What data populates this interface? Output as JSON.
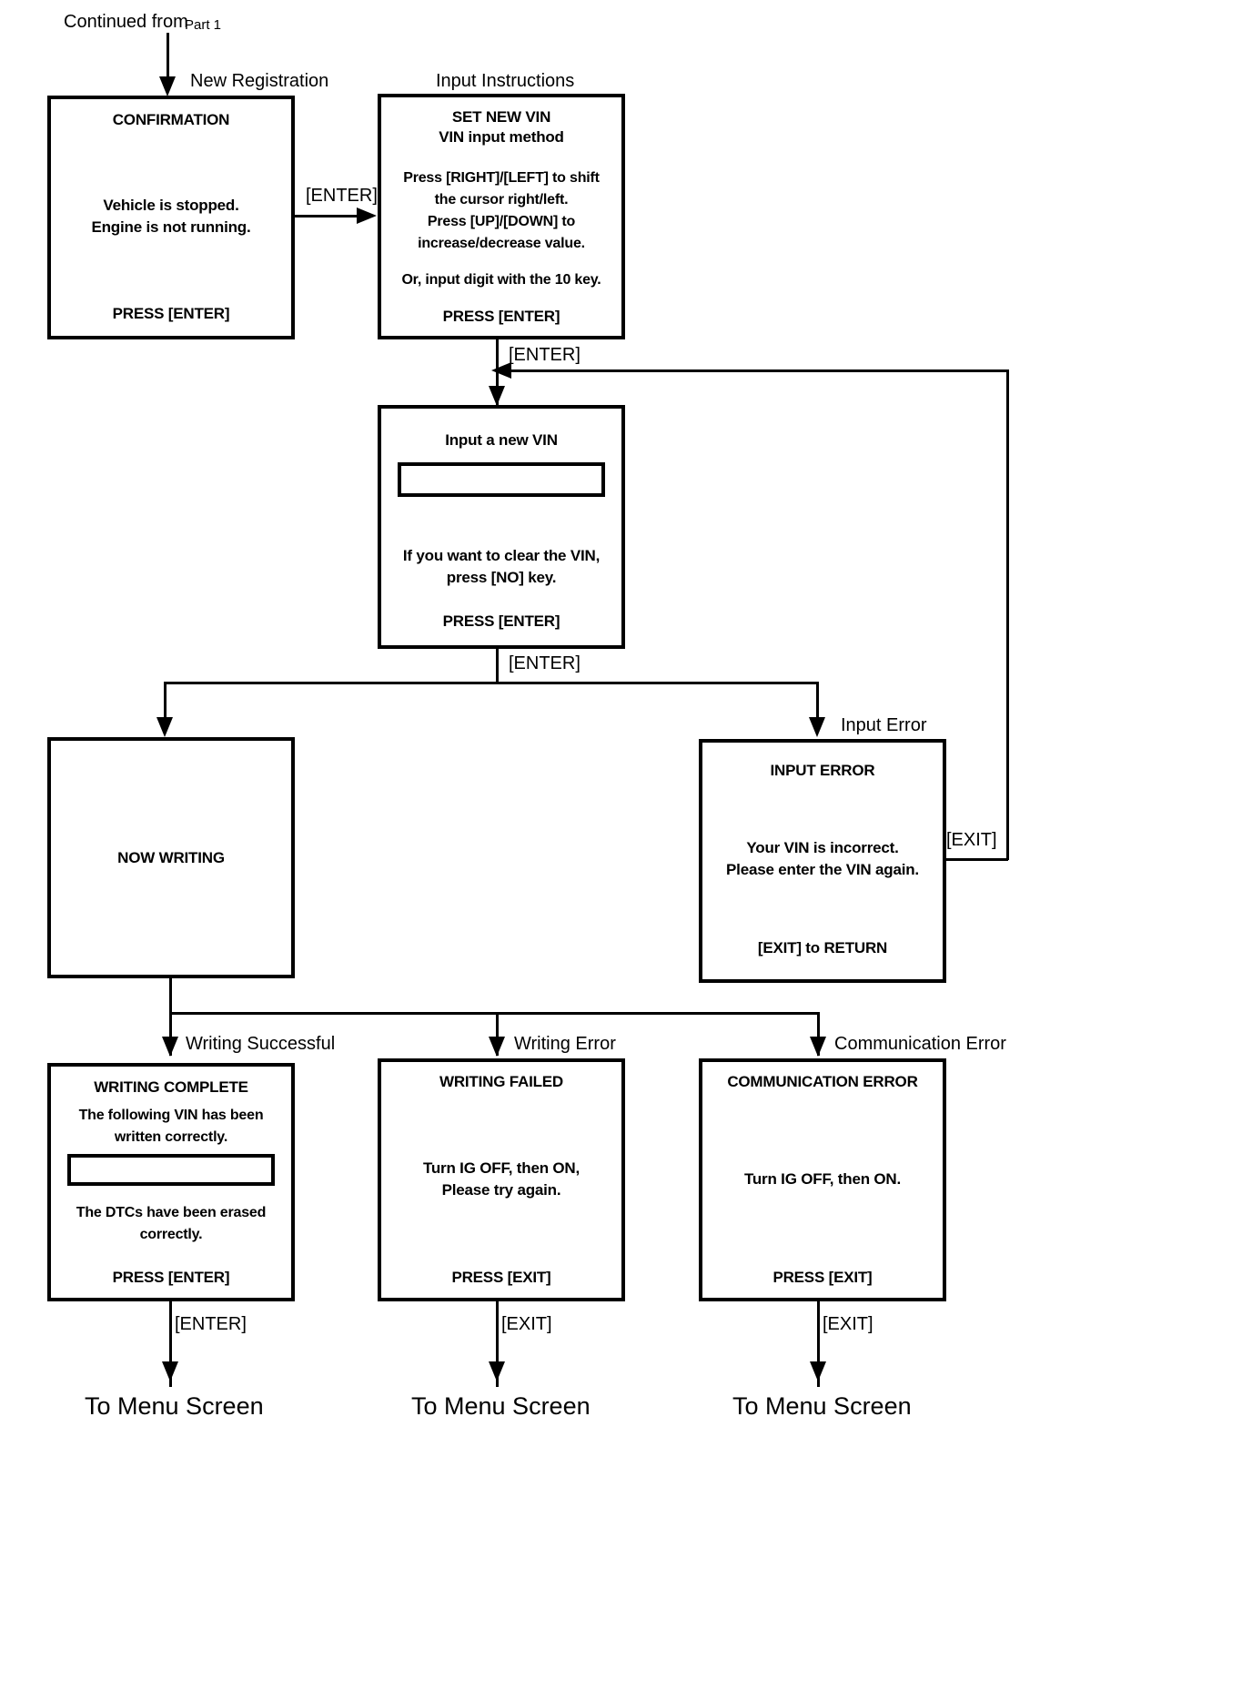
{
  "diagram": {
    "title_note": {
      "continued_from": "Continued from",
      "part": "Part 1"
    },
    "box_captions": {
      "new_registration": "New Registration",
      "input_instructions": "Input Instructions",
      "input_error": "Input Error"
    },
    "edge_labels": {
      "enter_1": "[ENTER]",
      "enter_2": "[ENTER]",
      "enter_3": "[ENTER]",
      "exit_loop": "[EXIT]",
      "writing_successful": "Writing Successful",
      "writing_error": "Writing Error",
      "communication_error": "Communication Error",
      "enter_menu": "[ENTER]",
      "exit_menu_1": "[EXIT]",
      "exit_menu_2": "[EXIT]"
    },
    "terminals": {
      "menu_1": "To Menu Screen",
      "menu_2": "To Menu Screen",
      "menu_3": "To Menu Screen"
    },
    "screens": {
      "confirmation": {
        "title": "CONFIRMATION",
        "body": [
          "Vehicle is stopped.",
          "Engine is not running."
        ],
        "footer": "PRESS [ENTER]"
      },
      "set_new_vin": {
        "title_1": "SET NEW VIN",
        "title_2": "VIN input method",
        "body": [
          "Press [RIGHT]/[LEFT] to shift",
          "the cursor right/left.",
          "Press [UP]/[DOWN] to",
          "increase/decrease value."
        ],
        "body2": "Or, input digit with the 10 key.",
        "footer": "PRESS [ENTER]"
      },
      "input_new_vin": {
        "title": "Input a new VIN",
        "field_value": "",
        "body": [
          "If you want to clear the VIN,",
          "press [NO] key."
        ],
        "footer": "PRESS [ENTER]"
      },
      "now_writing": {
        "title": "NOW WRITING"
      },
      "input_error": {
        "title": "INPUT ERROR",
        "body": [
          "Your VIN is incorrect.",
          "Please enter the VIN again."
        ],
        "footer": "[EXIT] to RETURN"
      },
      "writing_complete": {
        "title": "WRITING COMPLETE",
        "body_top": [
          "The following VIN has been",
          "written correctly."
        ],
        "field_value": "",
        "body_bottom": [
          "The DTCs have been erased",
          "correctly."
        ],
        "footer": "PRESS [ENTER]"
      },
      "writing_failed": {
        "title": "WRITING FAILED",
        "body": [
          "Turn IG OFF, then ON,",
          "Please try again."
        ],
        "footer": "PRESS [EXIT]"
      },
      "communication_error": {
        "title": "COMMUNICATION ERROR",
        "body": [
          "Turn IG OFF, then ON."
        ],
        "footer": "PRESS [EXIT]"
      }
    }
  }
}
